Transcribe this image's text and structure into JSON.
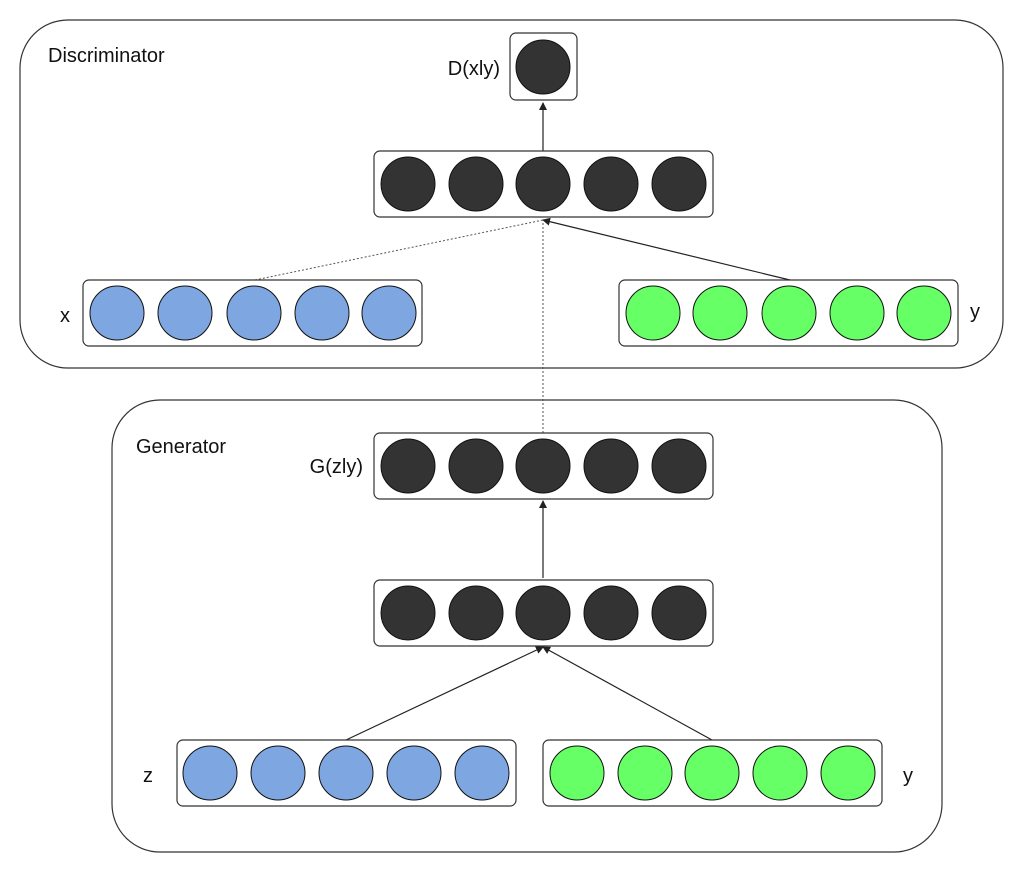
{
  "discriminator": {
    "title": "Discriminator",
    "output_label": "D(xly)",
    "x_label": "x",
    "y_label": "y"
  },
  "generator": {
    "title": "Generator",
    "output_label": "G(zly)",
    "z_label": "z",
    "y_label": "y"
  },
  "colors": {
    "hidden_node": "#333333",
    "data_node": "#7ea6e0",
    "condition_node": "#66ff66",
    "node_stroke": "#111111",
    "panel_stroke": "#333333",
    "edge": "#222222"
  },
  "nodes_per_layer": 5
}
